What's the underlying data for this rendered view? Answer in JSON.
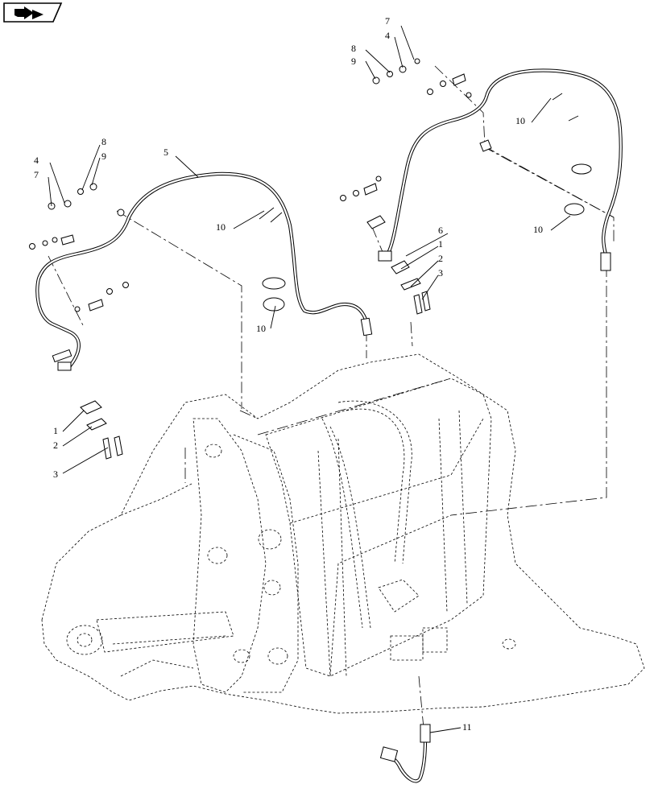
{
  "callouts": {
    "top_right_7": "7",
    "top_right_4": "4",
    "top_right_8": "8",
    "top_right_9": "9",
    "top_right_10": "10",
    "right_6": "6",
    "right_1": "1",
    "right_2": "2",
    "right_3": "3",
    "right_10": "10",
    "left_8": "8",
    "left_9": "9",
    "left_4": "4",
    "left_7": "7",
    "left_5": "5",
    "mid_10_upper": "10",
    "mid_10_lower": "10",
    "left_1": "1",
    "left_2": "2",
    "left_3": "3",
    "bottom_11": "11"
  },
  "icons": {
    "nav_icon": "page-navigation-arrow-icon"
  }
}
